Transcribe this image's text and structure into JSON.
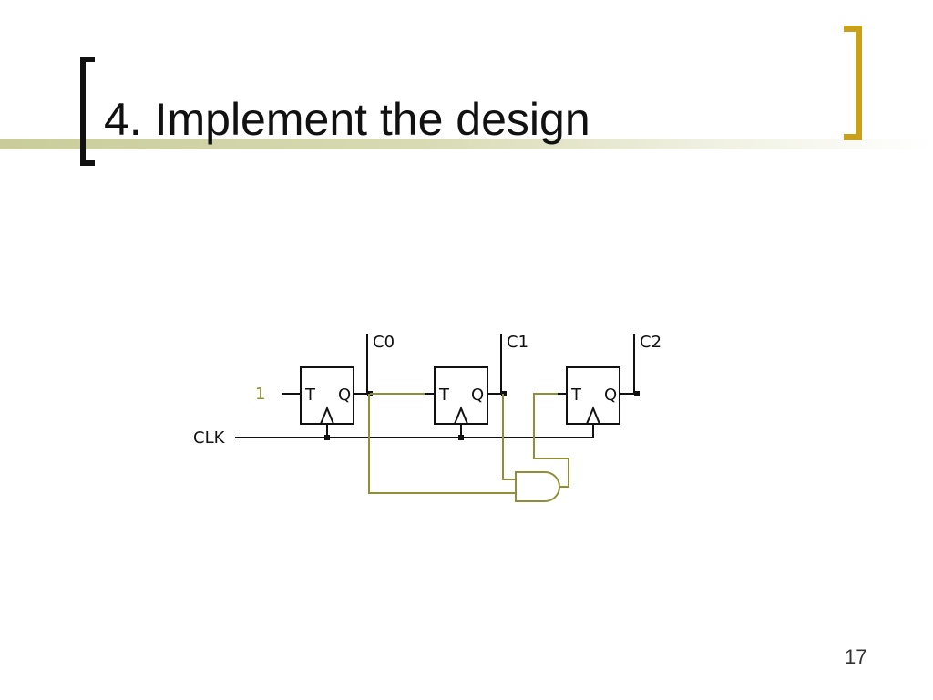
{
  "slide": {
    "title": "4. Implement the design",
    "page_number": "17"
  },
  "circuit": {
    "input_value": "1",
    "clock_label": "CLK",
    "flip_flops": [
      {
        "t_label": "T",
        "q_label": "Q",
        "output_label": "C0"
      },
      {
        "t_label": "T",
        "q_label": "Q",
        "output_label": "C1"
      },
      {
        "t_label": "T",
        "q_label": "Q",
        "output_label": "C2"
      }
    ]
  },
  "colors": {
    "wire_black": "#111111",
    "wire_olive": "#8f8f3a",
    "bracket_gold": "#c8a01a"
  }
}
